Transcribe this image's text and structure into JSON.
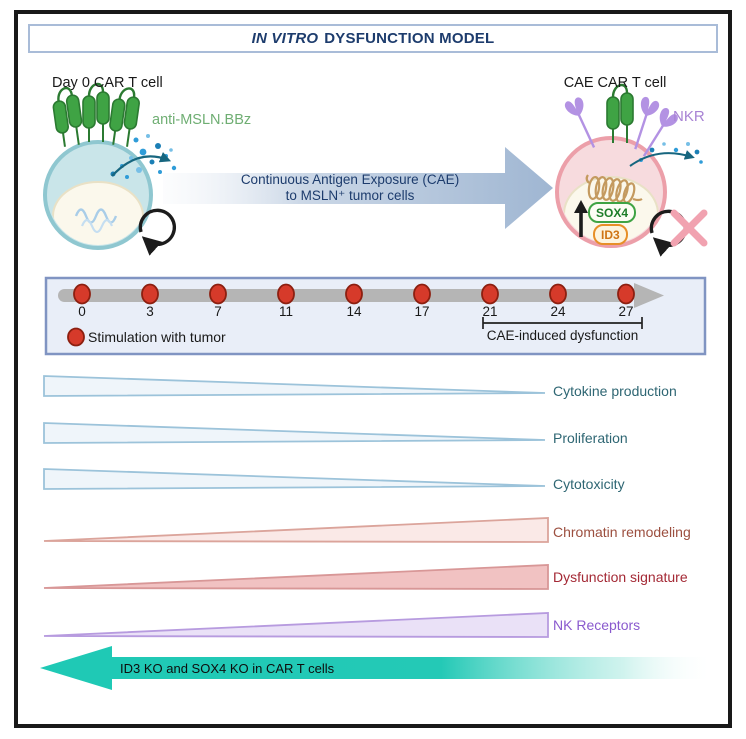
{
  "title": {
    "italic_part": "IN VITRO",
    "rest_part": "DYSFUNCTION MODEL"
  },
  "cells": {
    "left": {
      "label": "Day 0 CAR T cell",
      "receptor_label": "anti-MSLN.BBz"
    },
    "right": {
      "label": "CAE CAR T cell",
      "receptor_label": "NKR",
      "sox4_label": "SOX4",
      "id3_label": "ID3"
    }
  },
  "cae_arrow": {
    "line1": "Continuous Antigen Exposure (CAE)",
    "line2": "to MSLN⁺ tumor cells"
  },
  "timeline": {
    "days": [
      "0",
      "3",
      "7",
      "11",
      "14",
      "17",
      "21",
      "24",
      "27"
    ],
    "legend": "Stimulation with tumor",
    "bracket_label": "CAE-induced dysfunction"
  },
  "gradients": {
    "decreasing": [
      {
        "label": "Cytokine production"
      },
      {
        "label": "Proliferation"
      },
      {
        "label": "Cytotoxicity"
      }
    ],
    "increasing": [
      {
        "label": "Chromatin remodeling"
      },
      {
        "label": "Dysfunction signature"
      },
      {
        "label": "NK Receptors"
      }
    ]
  },
  "ko_arrow": {
    "label": "ID3 KO and SOX4 KO in CAR T cells"
  },
  "colors": {
    "navy_text": "#1d3c6d",
    "frame": "#191919",
    "title_border": "#a9bcd8",
    "timeline_box_bg": "#e9eef8",
    "timeline_box_border": "#8094c2",
    "stimulation_dot_red": "#d63a2a",
    "timeline_bar_gray": "#b5b5b5",
    "car_receptor_green": "#3fa344",
    "msln_label_green": "#6fae73",
    "nkr_purple": "#b392e3",
    "left_cell_fill": "#c9e5e9",
    "left_cell_stroke": "#8fc7d0",
    "right_cell_fill": "#f7dbde",
    "right_cell_stroke": "#ec9fa9",
    "nucleus_cream": "#fbf8ec",
    "chromatin_tan": "#c49a5f",
    "secretion_arrow_teal": "#17667f",
    "decreasing_tri_stroke": "#9cc3da",
    "chromatin_tri_fill": "#fae9e7",
    "dysfunction_tri_fill": "#f1c2c2",
    "nk_tri_fill": "#eae1f7",
    "ko_arrow_teal": "#1fc9b5",
    "blocked_x_pink": "#f1a2b0"
  }
}
